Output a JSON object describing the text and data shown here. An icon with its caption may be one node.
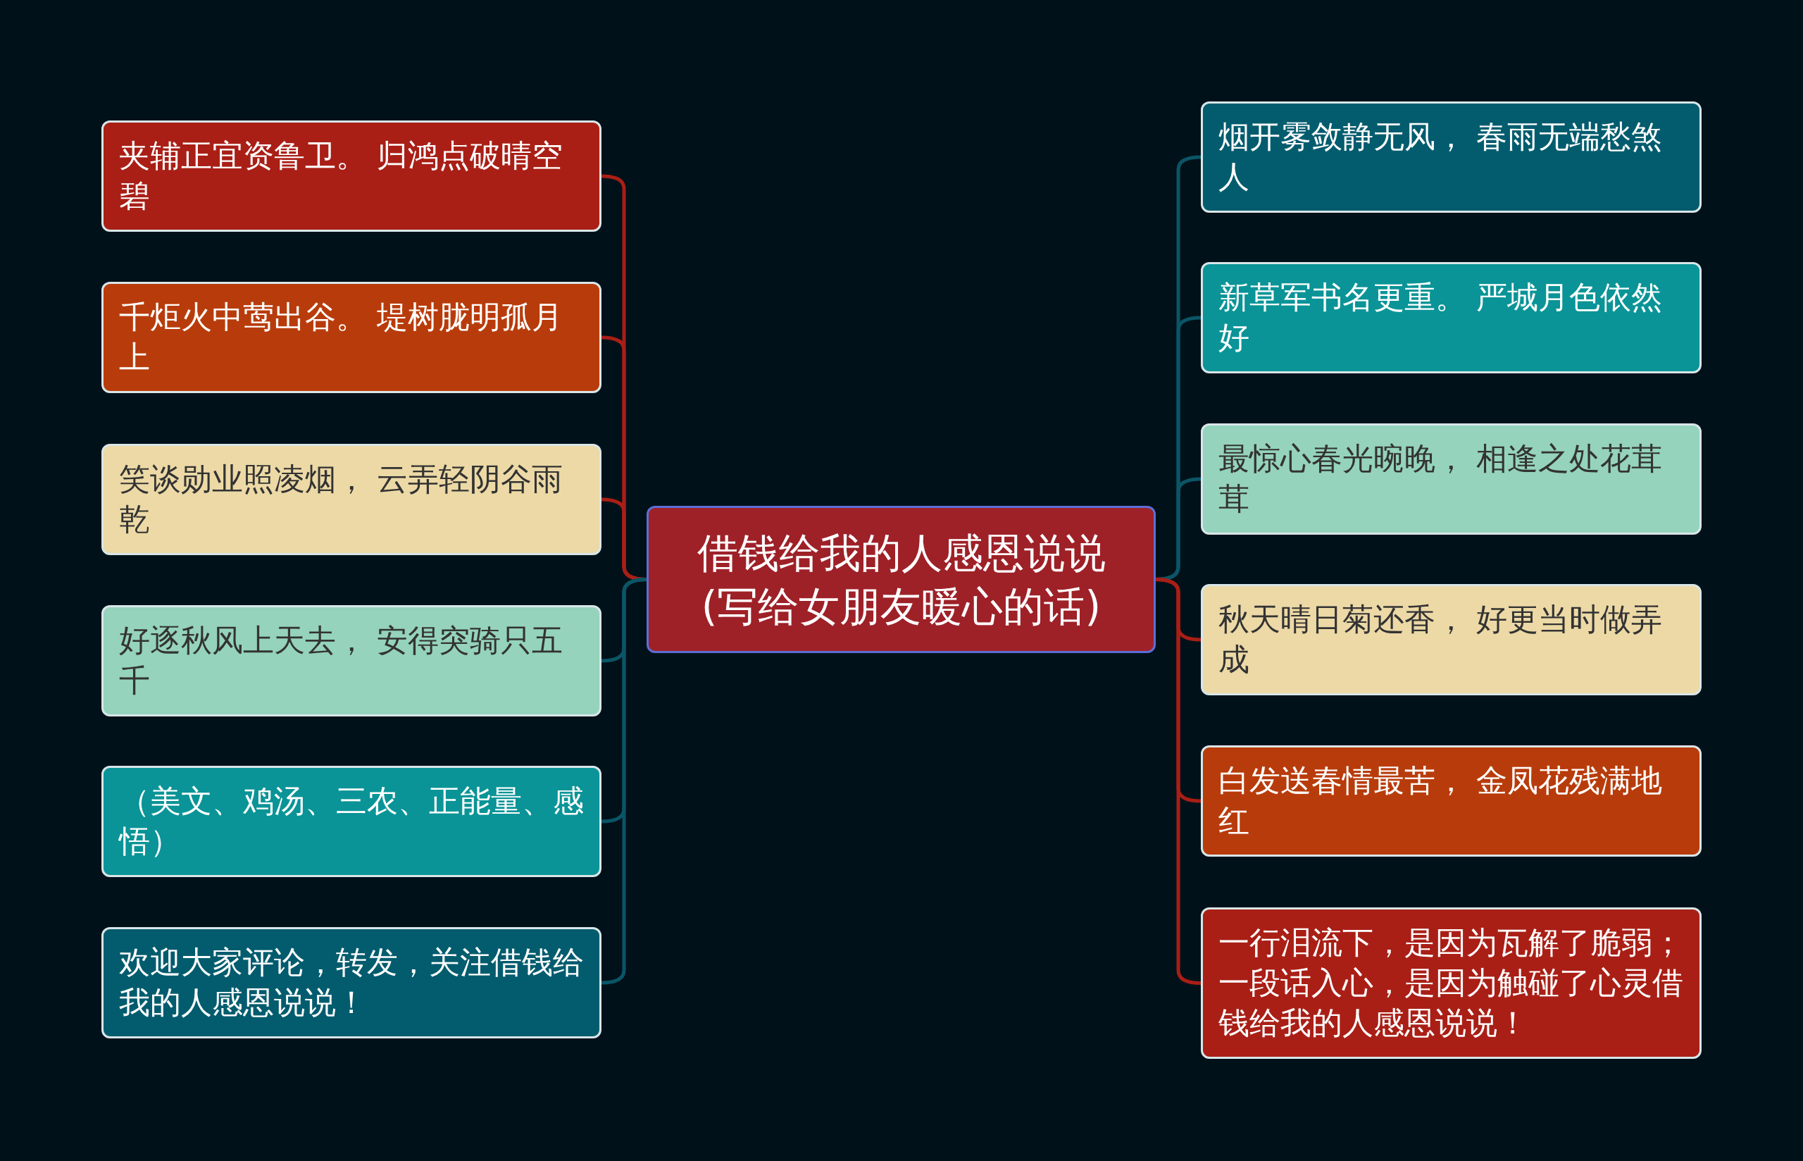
{
  "diagram": {
    "nodes": [
      {
        "text": [
          "借钱给我的人感恩说说(写给女朋友暖心的话)"
        ]
      },
      {
        "text": [
          "夹辅正宜资鲁卫。 归鸿点破晴空碧"
        ]
      },
      {
        "text": [
          "千炬火中莺出谷。 堤树胧明孤月上"
        ]
      },
      {
        "text": [
          "笑谈勋业照凌烟， 云弄轻阴谷雨乾"
        ]
      },
      {
        "text": [
          "好逐秋风上天去， 安得突骑只五千"
        ]
      },
      {
        "text": [
          "（美文、鸡汤、三农、正能量、感悟）"
        ]
      },
      {
        "text": [
          "欢迎大家评论，转发，关注借钱给我的人感恩说说！"
        ]
      },
      {
        "text": [
          "烟开雾敛静无风， 春雨无端愁煞人"
        ]
      },
      {
        "text": [
          "新草军书名更重。 严城月色依然好"
        ]
      },
      {
        "text": [
          "最惊心春光晼晚， 相逢之处花茸茸"
        ]
      },
      {
        "text": [
          "秋天晴日菊还香， 好更当时做弄成"
        ]
      },
      {
        "text": [
          "白发送春情最苦， 金凤花残满地红"
        ]
      },
      {
        "text": [
          "一行泪流下，是因为瓦解了脆弱；一段话入心，是因为触碰了心灵借钱给我的人感恩说说！"
        ]
      }
    ],
    "edges": [
      {
        "from": 0,
        "to": 1,
        "arrow": "none",
        "color": "#a91f16"
      },
      {
        "from": 0,
        "to": 2,
        "arrow": "none",
        "color": "#a91f16"
      },
      {
        "from": 0,
        "to": 3,
        "arrow": "none",
        "color": "#a91f16"
      },
      {
        "from": 0,
        "to": 4,
        "arrow": "none",
        "color": "#0b5566"
      },
      {
        "from": 0,
        "to": 5,
        "arrow": "none",
        "color": "#0b5566"
      },
      {
        "from": 0,
        "to": 6,
        "arrow": "none",
        "color": "#0b5566"
      },
      {
        "from": 0,
        "to": 7,
        "arrow": "none",
        "color": "#0b5566"
      },
      {
        "from": 0,
        "to": 8,
        "arrow": "none",
        "color": "#0b5566"
      },
      {
        "from": 0,
        "to": 9,
        "arrow": "none",
        "color": "#0b5566"
      },
      {
        "from": 0,
        "to": 10,
        "arrow": "none",
        "color": "#a91f16"
      },
      {
        "from": 0,
        "to": 11,
        "arrow": "none",
        "color": "#a91f16"
      },
      {
        "from": 0,
        "to": 12,
        "arrow": "none",
        "color": "#a91f16"
      }
    ]
  }
}
